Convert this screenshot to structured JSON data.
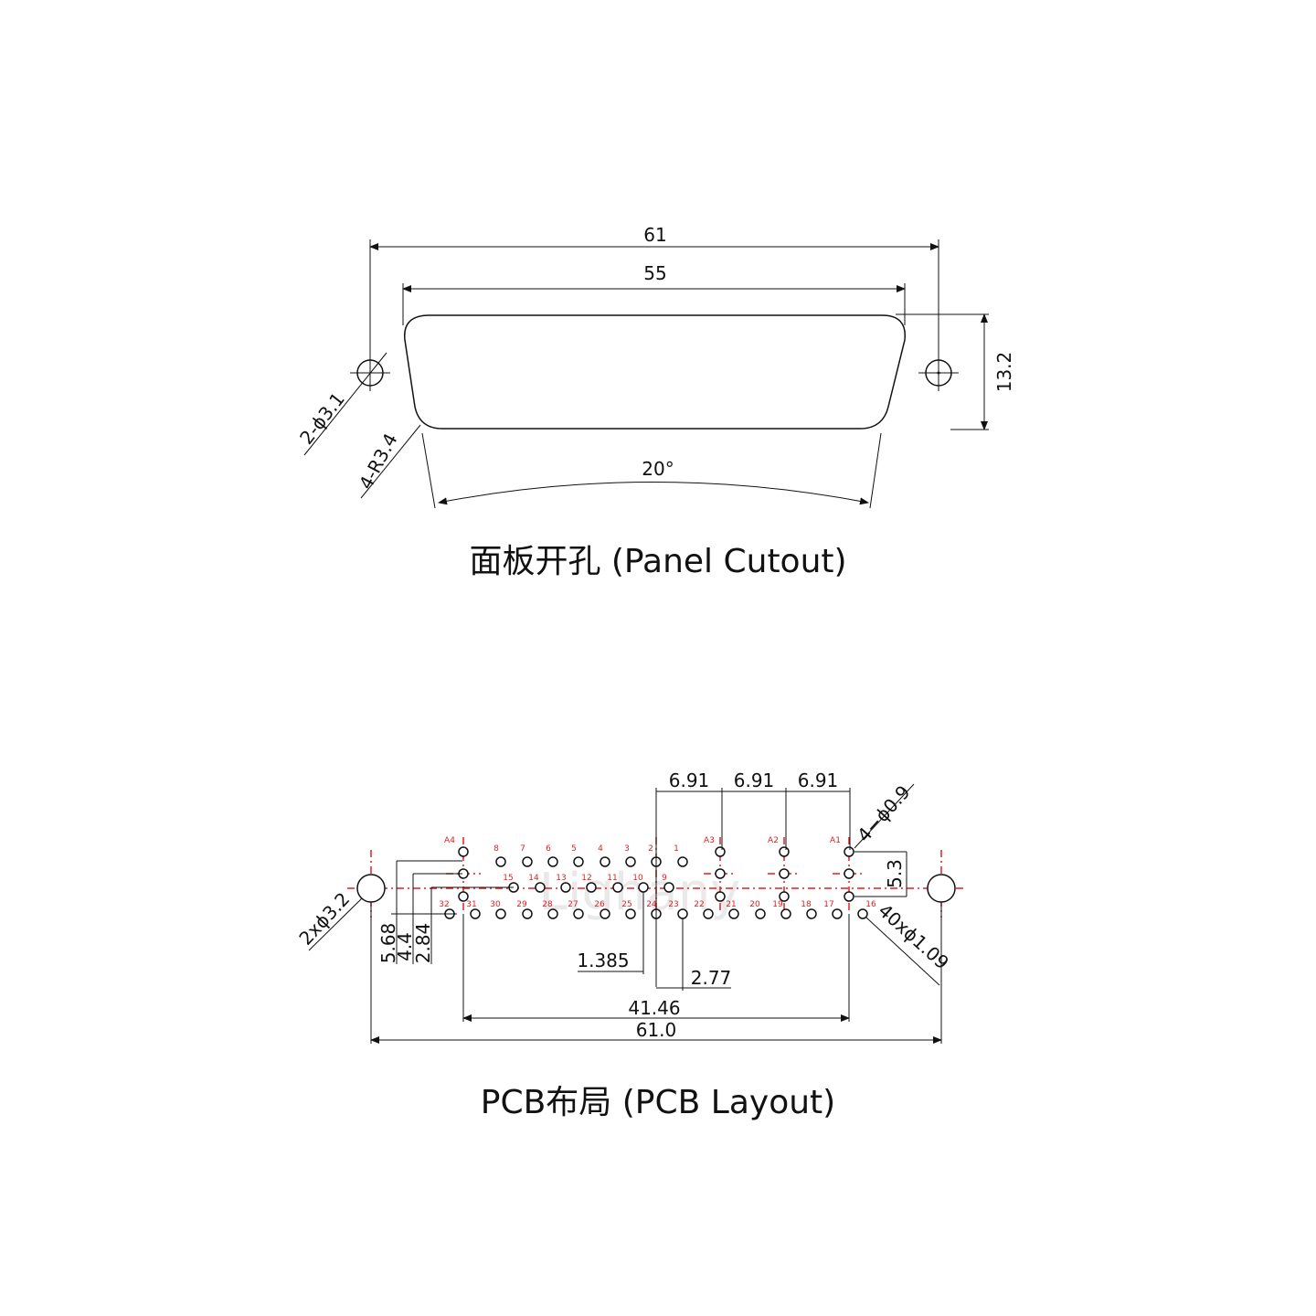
{
  "panel_cutout": {
    "title": "面板开孔 (Panel Cutout)",
    "dims": {
      "overall_width": "61",
      "cutout_width": "55",
      "height": "13.2",
      "mount_holes": "2-ϕ3.1",
      "corner_radius": "4-R3.4",
      "angle": "20°"
    }
  },
  "pcb_layout": {
    "title": "PCB布局 (PCB Layout)",
    "watermark": "Lighany",
    "dims": {
      "coax_pitch_1": "6.91",
      "coax_pitch_2": "6.91",
      "coax_pitch_3": "6.91",
      "coax_holes": "4−ϕ0.9",
      "row_offset": "5.3",
      "signal_holes": "40xϕ1.09",
      "mount_holes": "2xϕ3.2",
      "row_5_68": "5.68",
      "row_4_4": "4.4",
      "row_2_84": "2.84",
      "half_pitch": "1.385",
      "pitch": "2.77",
      "span": "41.46",
      "overall": "61.0"
    },
    "coax_labels": [
      "A4",
      "A3",
      "A2",
      "A1"
    ],
    "row1_labels": [
      "8",
      "7",
      "6",
      "5",
      "4",
      "3",
      "2",
      "1"
    ],
    "row2_labels": [
      "15",
      "14",
      "13",
      "12",
      "11",
      "10",
      "9"
    ],
    "row3_labels": [
      "32",
      "31",
      "30",
      "29",
      "28",
      "27",
      "26",
      "25",
      "24",
      "23",
      "22",
      "21",
      "20",
      "19",
      "18",
      "17",
      "16"
    ]
  }
}
